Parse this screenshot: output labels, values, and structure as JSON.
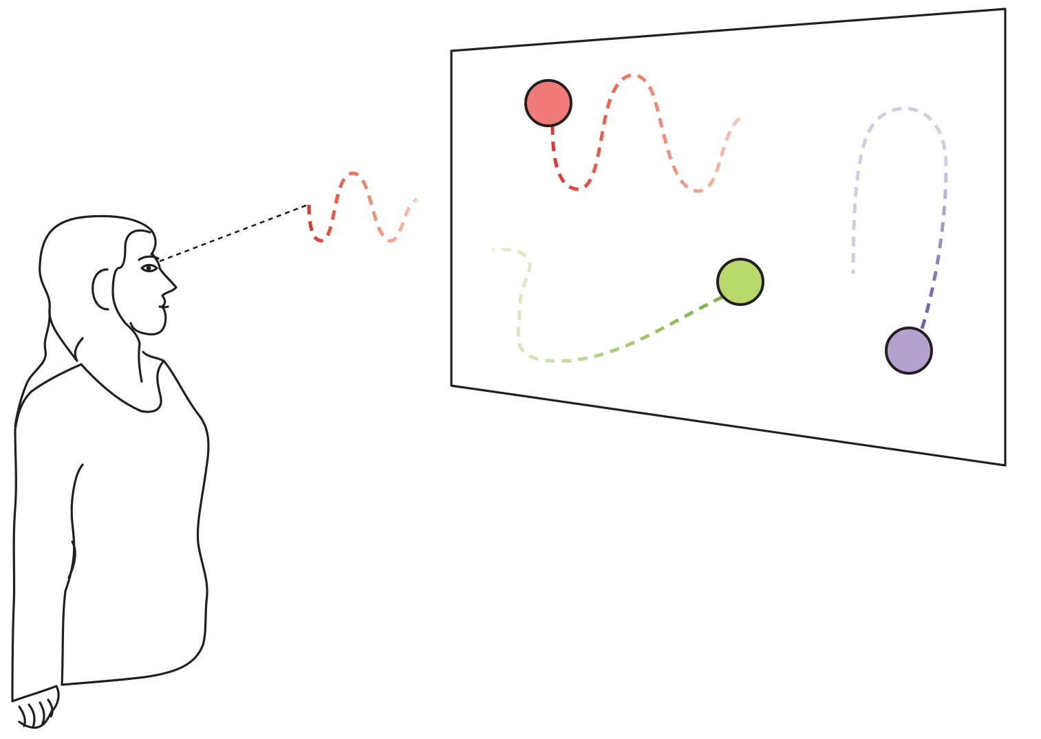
{
  "scene": {
    "observer": "woman-viewer-icon",
    "screen": "display-panel-icon",
    "targets": [
      {
        "id": "red",
        "color": "#f07b78",
        "trail": [
          "#dc3a36",
          "#e96a55",
          "#f0a08a",
          "#f8c8b8"
        ]
      },
      {
        "id": "green",
        "color": "#b9d86c",
        "trail": [
          "#7db043",
          "#a6cc75",
          "#cfe4ae",
          "#e3efd2"
        ]
      },
      {
        "id": "purple",
        "color": "#b3a2cd",
        "trail": [
          "#6e5ca7",
          "#8f80bd",
          "#b5aad3",
          "#d2cce3"
        ]
      }
    ],
    "gaze_trail": [
      "#dc3a36",
      "#e96a55",
      "#f0a08a",
      "#f8c8b8"
    ]
  }
}
